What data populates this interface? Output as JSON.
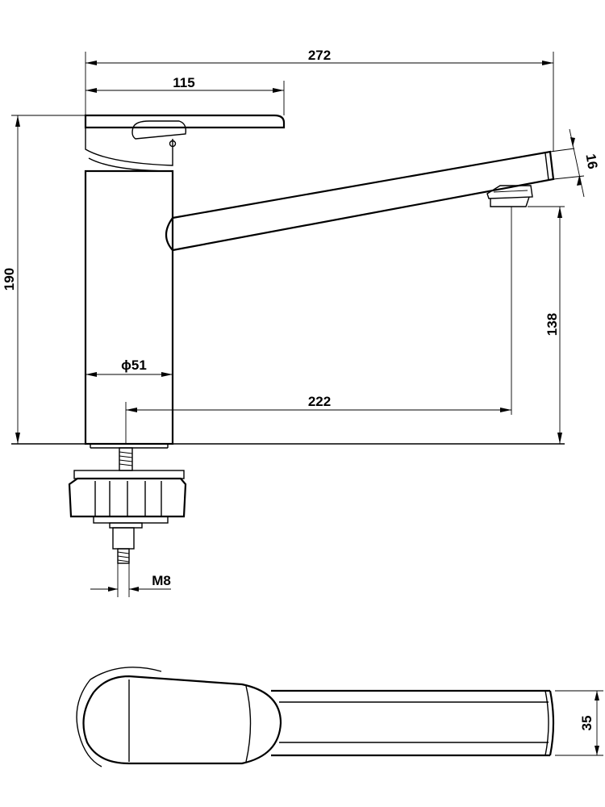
{
  "dimensions": {
    "overall_length": "272",
    "handle_length": "115",
    "overall_height": "190",
    "body_diameter": "ϕ51",
    "spout_reach": "222",
    "spout_height": "138",
    "spout_thickness": "16",
    "thread": "M8",
    "spout_width": "35"
  }
}
